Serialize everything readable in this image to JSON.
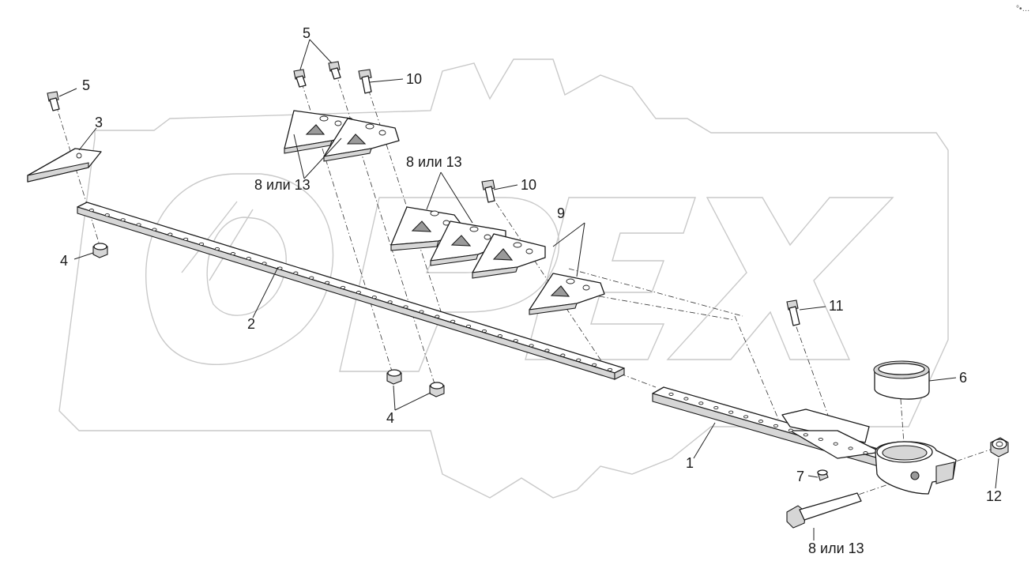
{
  "watermark": "OPEX",
  "corner_mark": "°•…",
  "callouts": [
    {
      "id": "c1",
      "text": "1"
    },
    {
      "id": "c2",
      "text": "2"
    },
    {
      "id": "c3",
      "text": "3"
    },
    {
      "id": "c4a",
      "text": "4"
    },
    {
      "id": "c4b",
      "text": "4"
    },
    {
      "id": "c5a",
      "text": "5"
    },
    {
      "id": "c5b",
      "text": "5"
    },
    {
      "id": "c6",
      "text": "6"
    },
    {
      "id": "c7",
      "text": "7"
    },
    {
      "id": "c8a",
      "text": "8 или 13"
    },
    {
      "id": "c8b",
      "text": "8 или 13"
    },
    {
      "id": "c8c",
      "text": "8 или 13"
    },
    {
      "id": "c9",
      "text": "9"
    },
    {
      "id": "c10a",
      "text": "10"
    },
    {
      "id": "c10b",
      "text": "10"
    },
    {
      "id": "c11",
      "text": "11"
    },
    {
      "id": "c12",
      "text": "12"
    }
  ]
}
